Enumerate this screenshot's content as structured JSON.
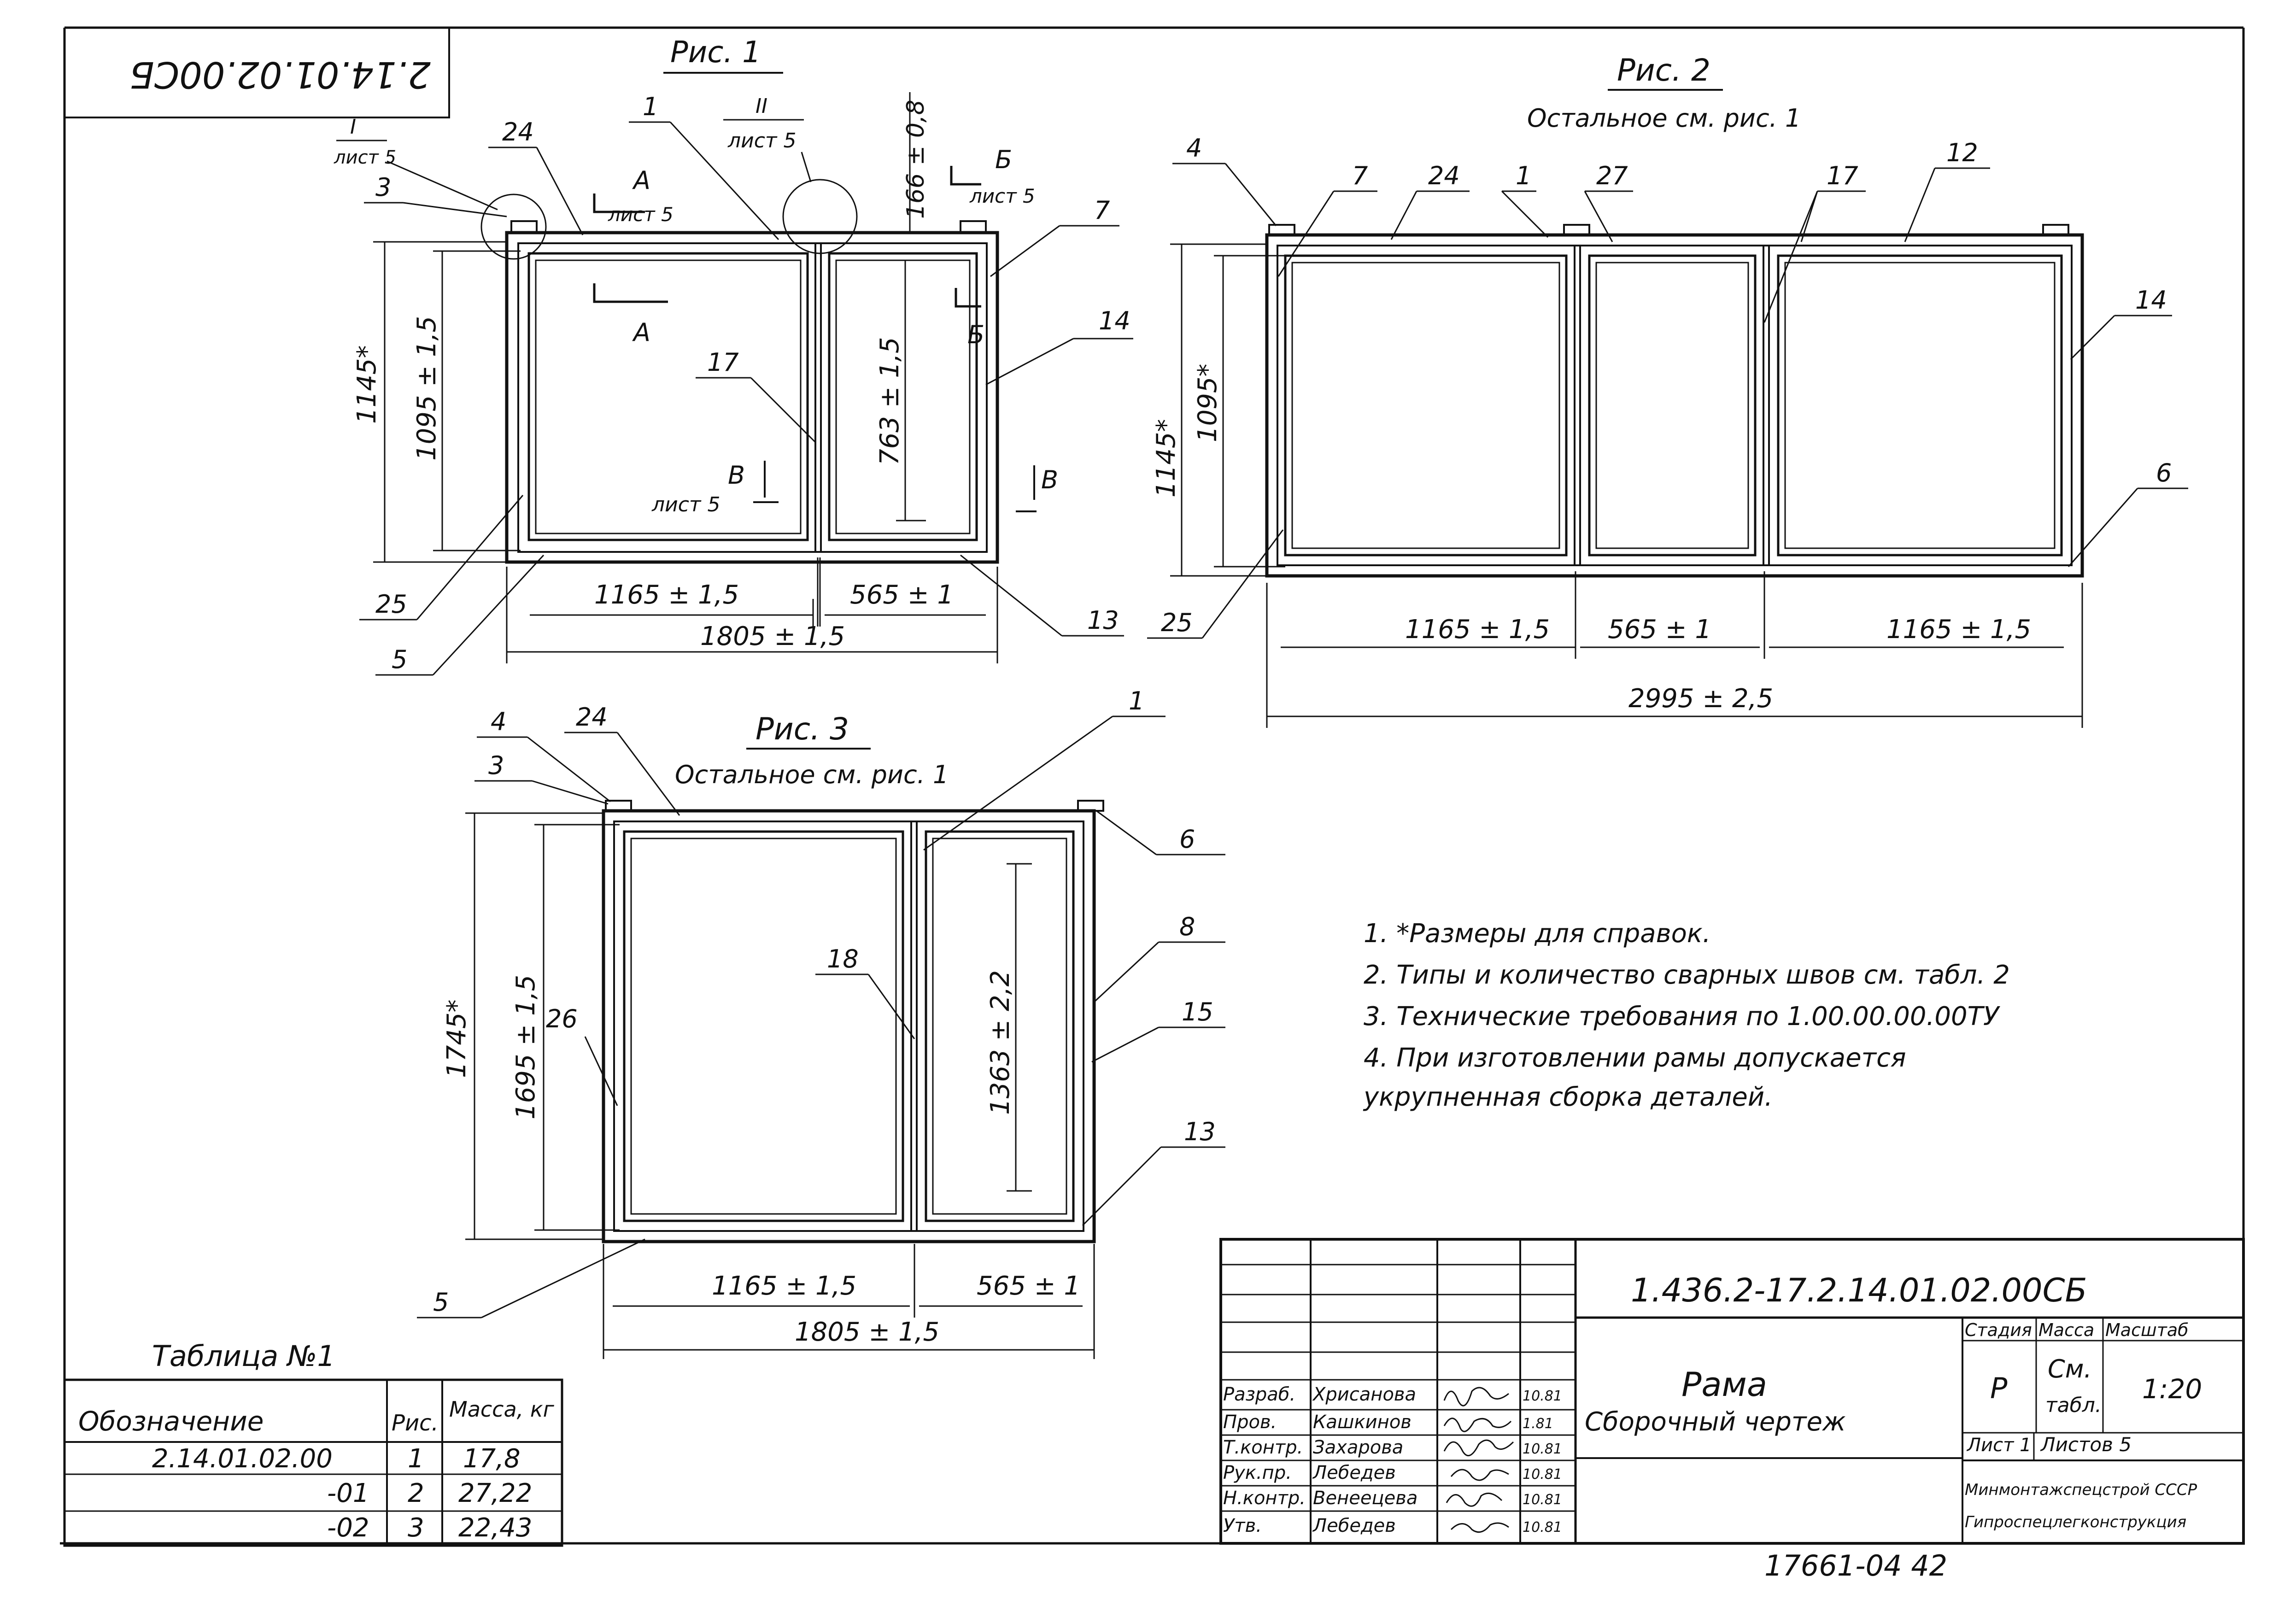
{
  "stamp_mirrored": "2.14.01.02.00СБ",
  "fig1": {
    "title": "Рис. 1",
    "callouts": {
      "c1": "1",
      "c3": "3",
      "c24": "24",
      "c7": "7",
      "c14": "14",
      "c17": "17",
      "c25": "25",
      "c5": "5",
      "c13": "13"
    },
    "view_I": "I",
    "view_I_sheet": "лист 5",
    "view_II": "II",
    "view_II_sheet": "лист 5",
    "sectA_top": "А",
    "sectA_sheet": "лист 5",
    "sectA_bottom": "А",
    "sectB_top": "Б",
    "sectB_sheet": "лист 5",
    "sectB_bottom": "Б",
    "sectV_left": "В",
    "sectV_sheet": "лист 5",
    "sectV_right": "В",
    "dim_height_ref": "1145*",
    "dim_height_inner": "1095 ± 1,5",
    "dim_height_right": "763 ± 1,5",
    "dim_top": "166 ± 0,8",
    "dim_w1": "1165  ± 1,5",
    "dim_w2": "565 ± 1",
    "dim_total": "1805 ± 1,5"
  },
  "fig2": {
    "title": "Рис. 2",
    "subtitle": "Остальное см. рис. 1",
    "callouts": {
      "c4": "4",
      "c7": "7",
      "c24": "24",
      "c1": "1",
      "c27": "27",
      "c17": "17",
      "c12": "12",
      "c14": "14",
      "c6": "6",
      "c25": "25"
    },
    "dim_height_ref": "1145*",
    "dim_height_inner": "1095*",
    "dim_w1": "1165 ± 1,5",
    "dim_w2": "565 ± 1",
    "dim_w3": "1165 ± 1,5",
    "dim_total": "2995 ± 2,5"
  },
  "fig3": {
    "title": "Рис. 3",
    "subtitle": "Остальное см. рис. 1",
    "callouts": {
      "c4": "4",
      "c24": "24",
      "c3": "3",
      "c1": "1",
      "c6": "6",
      "c8": "8",
      "c18": "18",
      "c15": "15",
      "c26": "26",
      "c13": "13",
      "c5": "5"
    },
    "dim_height_ref": "1745*",
    "dim_height_inner": "1695 ± 1,5",
    "dim_height_right": "1363 ± 2,2",
    "dim_w1": "1165 ± 1,5",
    "dim_w2": "565 ± 1",
    "dim_total": "1805 ± 1,5"
  },
  "notes": [
    "1.  *Размеры для справок.",
    "2.  Типы и количество сварных швов  см. табл. 2",
    "3.  Технические требования по        1.00.00.00.00ТУ",
    "4.  При изготовлении рамы допускается",
    "     укрупненная сборка деталей."
  ],
  "table": {
    "title": "Таблица  №1",
    "headers": [
      "Обозначение",
      "Рис.",
      "Масса, кг"
    ],
    "rows": [
      [
        "2.14.01.02.00",
        "1",
        "17,8"
      ],
      [
        "-01",
        "2",
        "27,22"
      ],
      [
        "-02",
        "3",
        "22,43"
      ]
    ]
  },
  "title_block": {
    "designation": "1.436.2-17.2.14.01.02.00СБ",
    "name": "Рама",
    "doc_type": "Сборочный чертеж",
    "roles": [
      {
        "role": "Разраб.",
        "name": "Хрисанова",
        "date": "10.81"
      },
      {
        "role": "Пров.",
        "name": "Кашкинов",
        "date": "1.81"
      },
      {
        "role": "Т.контр.",
        "name": "Захарова",
        "date": "10.81"
      },
      {
        "role": "Рук.пр.",
        "name": "Лебедев",
        "date": "10.81"
      },
      {
        "role": "Н.контр.",
        "name": "Венеецева",
        "date": "10.81"
      },
      {
        "role": "Утв.",
        "name": "Лебедев",
        "date": "10.81"
      }
    ],
    "stage_label": "Стадия",
    "mass_label": "Масса",
    "scale_label": "Масштаб",
    "stage": "Р",
    "mass": "См.",
    "mass2": "табл.",
    "scale": "1:20",
    "sheet": "Лист  1",
    "sheets": "Листов  5",
    "org1": "Минмонтажспецстрой СССР",
    "org2": "Гипроспецлегконструкция"
  },
  "archive_number": "17661-04  42"
}
